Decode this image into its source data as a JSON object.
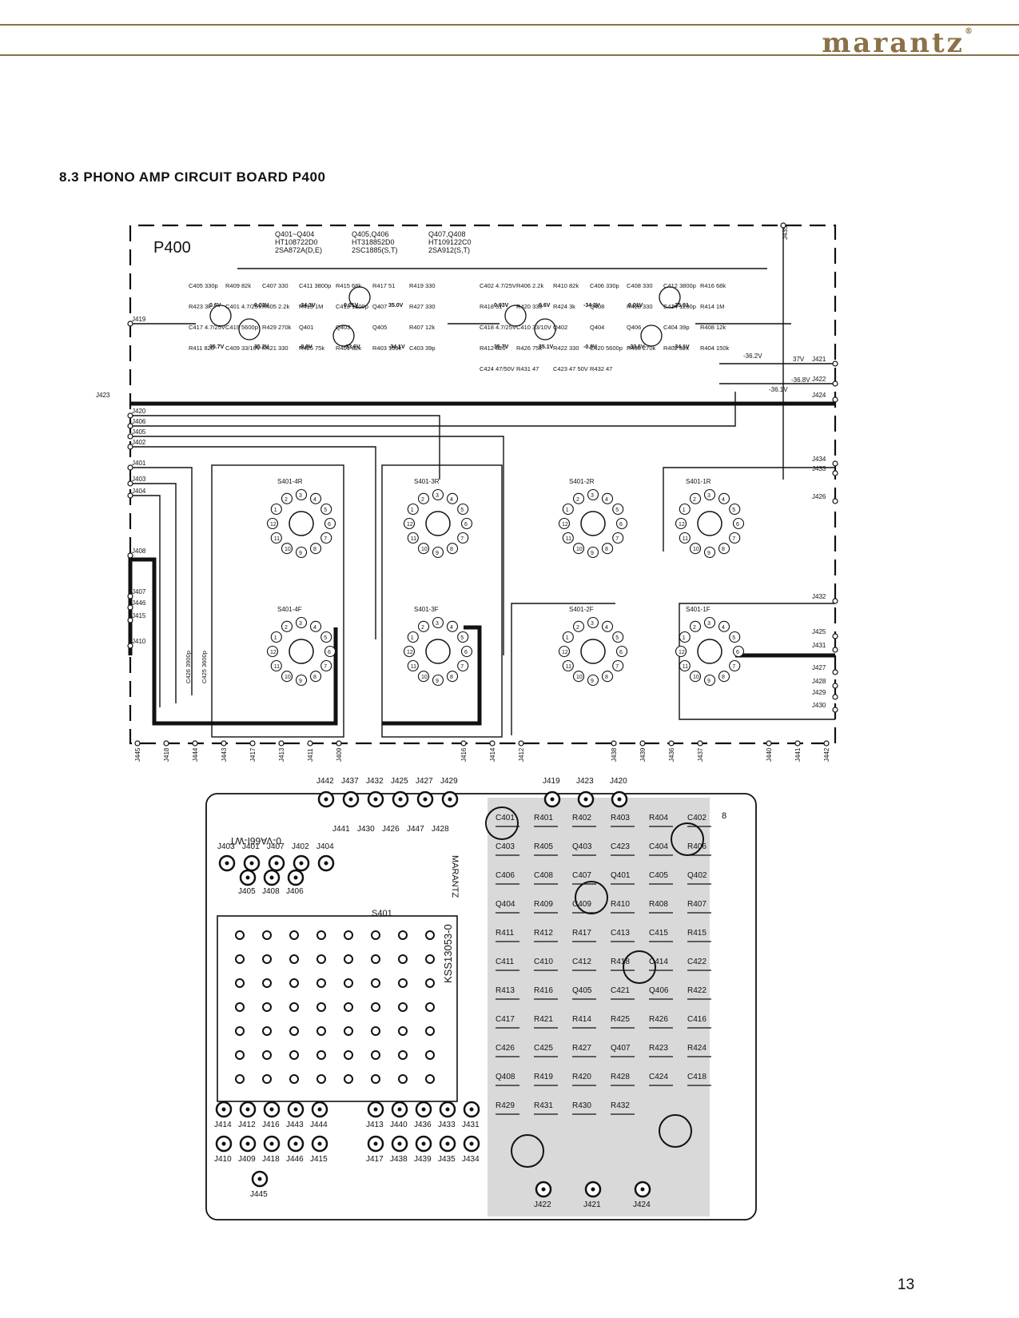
{
  "header": {
    "brand": "marantz",
    "registered_mark": "®"
  },
  "section_title": "8.3 PHONO AMP CIRCUIT BOARD P400",
  "page_number": "13",
  "schematic": {
    "board_label": "P400",
    "transistor_specs": [
      [
        "Q401~Q404",
        "HT108722D0",
        "2SA872A(D,E)"
      ],
      [
        "Q405,Q406",
        "HT318852D0",
        "2SC1885(S,T)"
      ],
      [
        "Q407,Q408",
        "HT109122C0",
        "2SA912(S,T)"
      ]
    ],
    "left_jacks": [
      "J419",
      "J423",
      "J420",
      "J406",
      "J405",
      "J402",
      "J401",
      "J403",
      "J404",
      "J408",
      "J407",
      "J446",
      "J415",
      "J410"
    ],
    "right_jacks": [
      "J435",
      "J421",
      "J422",
      "J424",
      "J434",
      "J433",
      "J426",
      "J432",
      "J425",
      "J431",
      "J427",
      "J428",
      "J429",
      "J430"
    ],
    "bottom_jacks": [
      "J445",
      "J418",
      "J444",
      "J443",
      "J417",
      "J413",
      "J411",
      "J409",
      "J416",
      "J414",
      "J412",
      "J438",
      "J439",
      "J436",
      "J437",
      "J440",
      "J441",
      "J442"
    ],
    "voltages_right": [
      "-36.2V",
      "37V",
      "-36.8V",
      "-36.1V"
    ],
    "switches": [
      "S401-4R",
      "S401-3R",
      "S401-2R",
      "S401-1R",
      "S401-4F",
      "S401-3F",
      "S401-2F",
      "S401-1F"
    ],
    "channel_1_components": [
      "C405 330p",
      "R409 82k",
      "C407 330",
      "C411 3800p",
      "R415 68k",
      "R417 51",
      "R419 330",
      "R423 3k",
      "C401 4.7/25V",
      "R405 2.2k",
      "R413 1M",
      "C413 1200p",
      "Q407",
      "R427 330",
      "C417 4.7/25V",
      "C419 5600p",
      "R429 270k",
      "Q401",
      "Q403",
      "Q405",
      "R407 12k",
      "R411 820",
      "C409 33/10V",
      "R421 330",
      "R425 75k",
      "R401 82k",
      "R403 150k",
      "C403 39p"
    ],
    "channel_2_components": [
      "C402 4.7/25V",
      "R406 2.2k",
      "R410 82k",
      "C406 330p",
      "C408 330",
      "C412 3800p",
      "R416 68k",
      "R418 51",
      "R420 330",
      "R424 3k",
      "Q408",
      "R428 330",
      "C414 1200p",
      "R414 1M",
      "C418 4.7/25V",
      "C410 33/10V",
      "Q402",
      "Q404",
      "Q406",
      "C404 39p",
      "R408 12k",
      "R412 820",
      "R426 75k",
      "R422 330",
      "C420 5600p",
      "R430 270k",
      "R402 82k",
      "R404 150k",
      "C424 47/50V",
      "R431 47",
      "C423 47 50V",
      "R432 47"
    ],
    "switch_components": [
      "C426 3900p",
      "C425 3600p"
    ],
    "bjt_voltages": [
      "0.6V",
      "0.03V",
      "-34.3V",
      "0.01V",
      "35.0V",
      "35.7V",
      "35.2V",
      "-0.8V",
      "-33.6V",
      "-34.1V",
      "0.03V",
      "0.6V",
      "-34.3V",
      "0.01V",
      "-35.01",
      "35.7V",
      "35.1V",
      "-0.8V",
      "-33.6V",
      "-34.1V"
    ]
  },
  "pcb": {
    "top_jacks": [
      "J442",
      "J437",
      "J432",
      "J425",
      "J427",
      "J429"
    ],
    "second_jacks": [
      "J441",
      "J430",
      "J426",
      "J447",
      "J428"
    ],
    "left_jacks_1": [
      "J403",
      "J401",
      "J407",
      "J402",
      "J404"
    ],
    "left_jacks_2": [
      "J405",
      "J408",
      "J406"
    ],
    "bottom_left_jacks": [
      "J414",
      "J412",
      "J416",
      "J443",
      "J444",
      "J413",
      "J440",
      "J436",
      "J433",
      "J431",
      "J410",
      "J409",
      "J418",
      "J446",
      "J415",
      "J417",
      "J438",
      "J439",
      "J435",
      "J434",
      "J445"
    ],
    "right_top_jacks": [
      "J419",
      "J423",
      "J420"
    ],
    "bottom_right_jacks": [
      "J422",
      "J421",
      "J424"
    ],
    "board_codes": [
      "0-VA66I-WT",
      "KSS13053-0",
      "MARANTZ"
    ],
    "switch_label": "S401",
    "part_labels": [
      "C401",
      "R401",
      "R402",
      "R403",
      "R404",
      "C402",
      "C403",
      "R405",
      "Q403",
      "C423",
      "C404",
      "R406",
      "C406",
      "C408",
      "C407",
      "Q401",
      "C405",
      "Q402",
      "Q404",
      "R409",
      "C409",
      "R410",
      "R408",
      "R407",
      "R411",
      "R412",
      "R417",
      "C413",
      "C415",
      "R415",
      "C411",
      "C410",
      "C412",
      "R418",
      "C414",
      "C422",
      "R413",
      "R416",
      "Q405",
      "C421",
      "Q406",
      "R422",
      "C417",
      "R421",
      "R414",
      "R425",
      "R426",
      "C416",
      "C426",
      "C425",
      "R427",
      "Q407",
      "R423",
      "R424",
      "Q408",
      "R419",
      "R420",
      "R428",
      "C424",
      "C418",
      "R429",
      "R431",
      "R430",
      "R432"
    ],
    "corner_mark": "8"
  }
}
